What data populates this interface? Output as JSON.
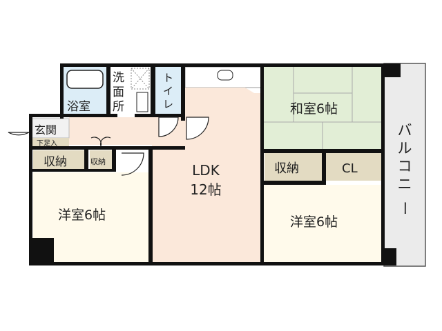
{
  "floor_plan": {
    "rooms": {
      "bath": "浴室",
      "washroom": [
        "洗",
        "面",
        "所"
      ],
      "toilet": [
        "ト",
        "イ",
        "レ"
      ],
      "entrance": "玄関",
      "shoe_storage": "下足入",
      "storage_left": "収納",
      "storage_small": "収納",
      "western_room_west": "洋室6帖",
      "ldk": [
        "LDK",
        "12帖"
      ],
      "japanese_room": "和室6帖",
      "storage_right": "収納",
      "closet": "CL",
      "western_room_east": "洋室6帖",
      "balcony": [
        "バ",
        "ル",
        "コ",
        "ニ",
        "ー"
      ]
    },
    "colors": {
      "wall": "#111111",
      "wet_area": "#dcedf7",
      "ldk": "#fbe8da",
      "western_room": "#fffaeb",
      "japanese_room": "#e2eed6",
      "storage": "#e3dbc2",
      "balcony": "#ebebeb"
    }
  }
}
